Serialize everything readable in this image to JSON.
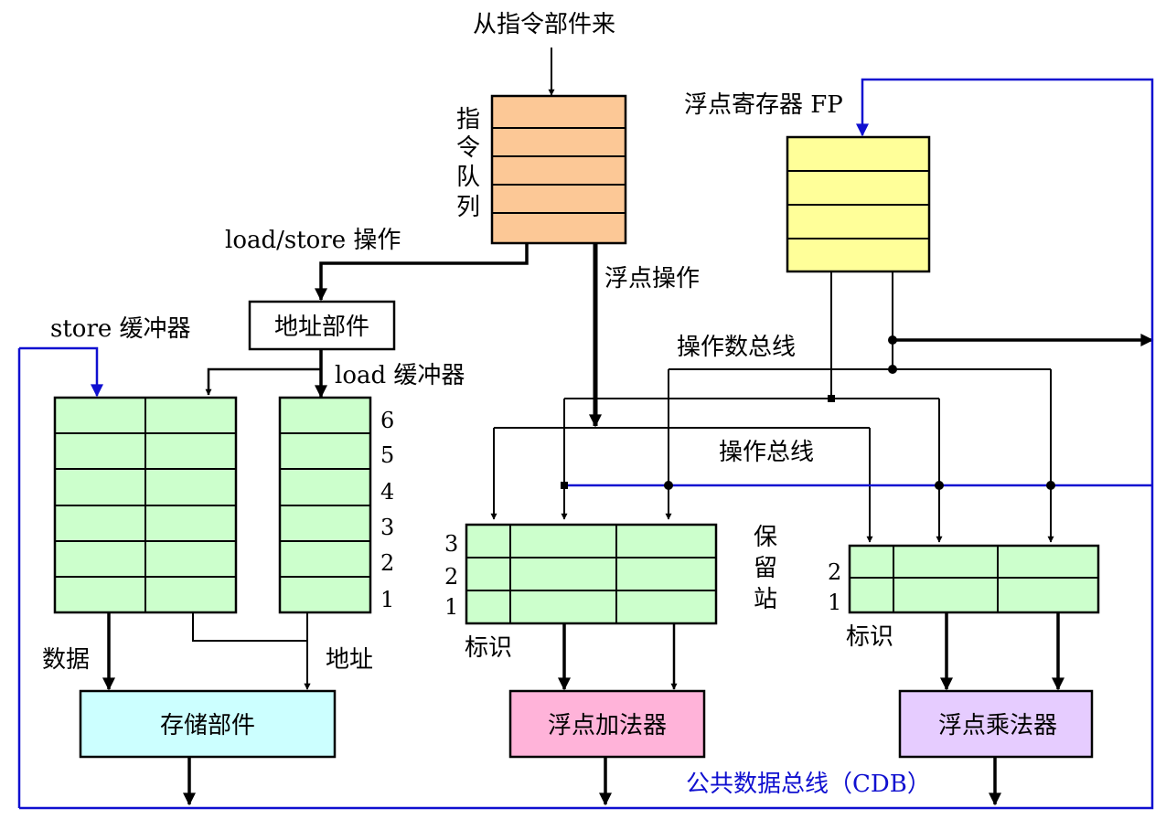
{
  "labels": {
    "from_instruction_unit": "从指令部件来",
    "instruction_queue_chars": [
      "指",
      "令",
      "队",
      "列"
    ],
    "fp_registers": "浮点寄存器 FP",
    "load_store_ops": "load/store 操作",
    "fp_ops": "浮点操作",
    "address_unit": "地址部件",
    "store_buffers": "store 缓冲器",
    "load_buffers": "load 缓冲器",
    "operand_bus": "操作数总线",
    "operation_bus": "操作总线",
    "reservation_station_chars": [
      "保",
      "留",
      "站"
    ],
    "tag_adder": "标识",
    "tag_multiplier": "标识",
    "data": "数据",
    "address": "地址",
    "memory_unit": "存储部件",
    "fp_adder": "浮点加法器",
    "fp_multiplier": "浮点乘法器",
    "cdb": "公共数据总线（CDB）"
  },
  "load_buffer_numbers": [
    "6",
    "5",
    "4",
    "3",
    "2",
    "1"
  ],
  "adder_station_numbers": [
    "3",
    "2",
    "1"
  ],
  "multiplier_station_numbers": [
    "2",
    "1"
  ],
  "colors": {
    "instruction_queue": "#fcc896",
    "fp_registers": "#ffff99",
    "buffers": "#ccffcc",
    "memory_unit": "#ccffff",
    "fp_adder": "#ffb3d9",
    "fp_multiplier": "#e6ccff",
    "cdb": "#1010d0"
  }
}
